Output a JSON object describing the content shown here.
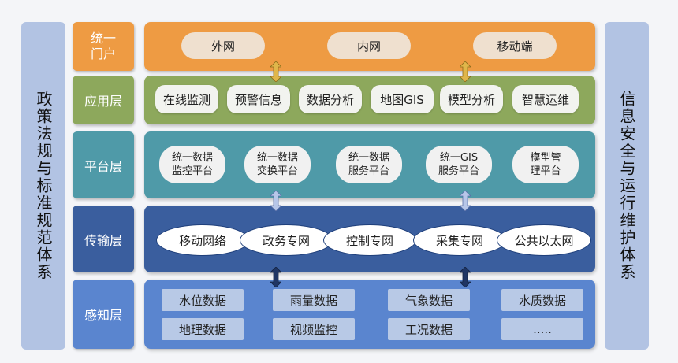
{
  "left_side": "政策法规与标准规范体系",
  "right_side": "信息安全与运行维护体系",
  "layers": {
    "portal": {
      "label": "统一\n门户",
      "items": [
        "外网",
        "内网",
        "移动端"
      ]
    },
    "app": {
      "label": "应用层",
      "items": [
        "在线监测",
        "预警信息",
        "数据分析",
        "地图GIS",
        "模型分析",
        "智慧运维"
      ]
    },
    "platform": {
      "label": "平台层",
      "items": [
        "统一数据\n监控平台",
        "统一数据\n交换平台",
        "统一数据\n服务平台",
        "统一GIS\n服务平台",
        "模型管\n理平台"
      ]
    },
    "transport": {
      "label": "传输层",
      "items": [
        "移动网络",
        "政务专网",
        "控制专网",
        "采集专网",
        "公共以太网"
      ]
    },
    "sensing": {
      "label": "感知层",
      "items": [
        "水位数据",
        "雨量数据",
        "气象数据",
        "水质数据",
        "地理数据",
        "视频监控",
        "工况数据",
        "....."
      ]
    }
  },
  "colors": {
    "portal": "#ee9b43",
    "app": "#8da85c",
    "platform": "#4f9aa8",
    "transport": "#3a5e9e",
    "sensing": "#5a85cf"
  }
}
